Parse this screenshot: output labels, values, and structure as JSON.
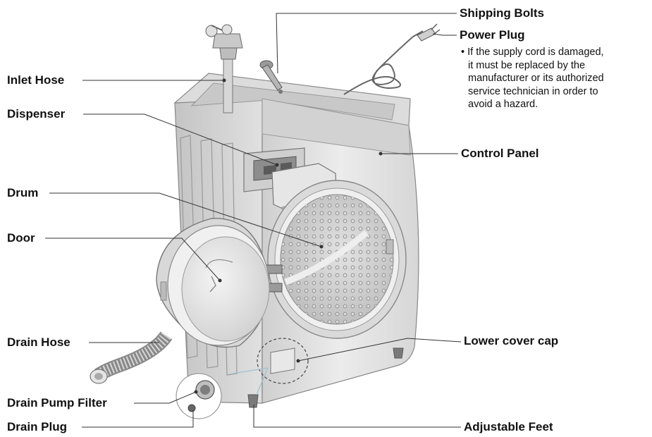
{
  "labels": {
    "inlet_hose": "Inlet Hose",
    "dispenser": "Dispenser",
    "drum": "Drum",
    "door": "Door",
    "drain_hose": "Drain Hose",
    "drain_pump_filter": "Drain Pump Filter",
    "drain_plug": "Drain Plug",
    "shipping_bolts": "Shipping Bolts",
    "power_plug": "Power Plug",
    "control_panel": "Control Panel",
    "lower_cover_cap": "Lower cover cap",
    "adjustable_feet": "Adjustable Feet"
  },
  "power_plug_note": {
    "line1": "• If the supply cord is damaged,",
    "line2": "it must be replaced by the",
    "line3": "manufacturer or its authorized",
    "line4": "service technician in order to",
    "line5": "avoid a hazard."
  },
  "colors": {
    "leader_line": "#333333",
    "body_fill": "#e4e4e4",
    "drum_fill": "#d0d0d0"
  }
}
